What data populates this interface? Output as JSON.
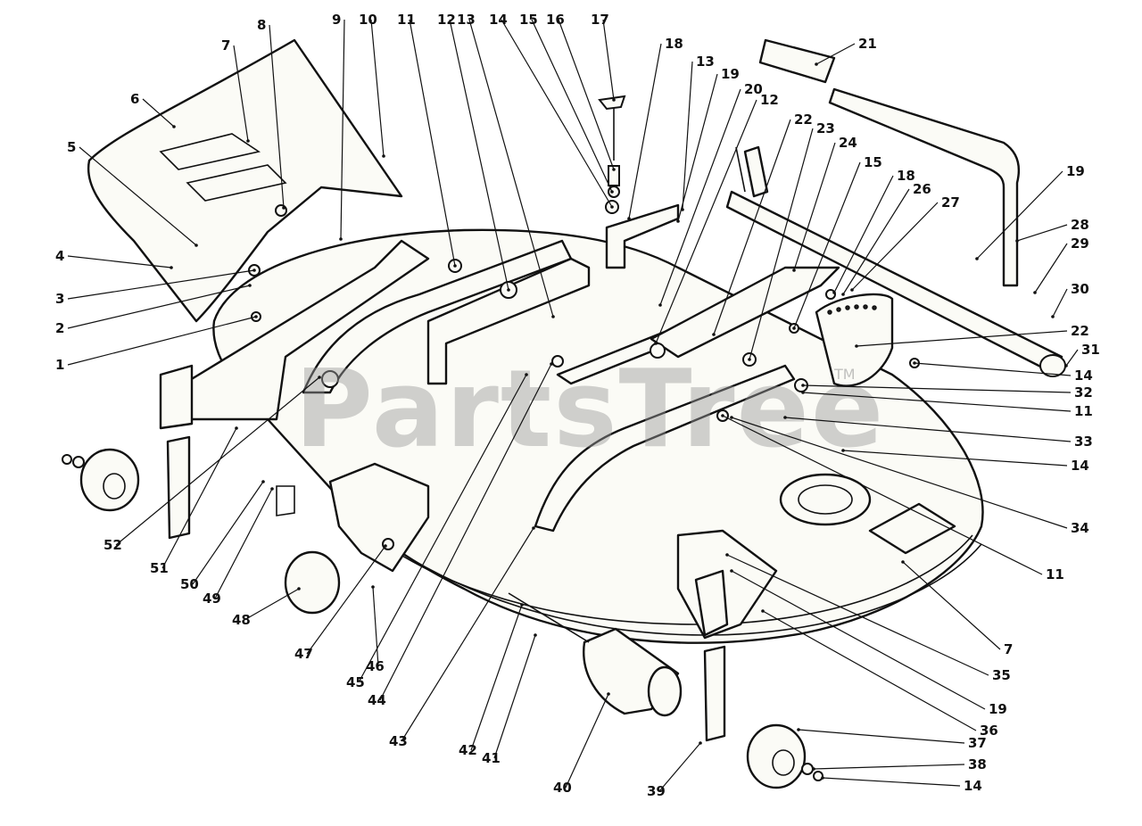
{
  "watermark": {
    "text": "PartsTree",
    "trademark": "TM"
  },
  "callouts": [
    {
      "label": "1"
    },
    {
      "label": "2"
    },
    {
      "label": "3"
    },
    {
      "label": "4"
    },
    {
      "label": "5"
    },
    {
      "label": "6"
    },
    {
      "label": "7"
    },
    {
      "label": "8"
    },
    {
      "label": "9"
    },
    {
      "label": "10"
    },
    {
      "label": "11"
    },
    {
      "label": "12"
    },
    {
      "label": "13"
    },
    {
      "label": "14"
    },
    {
      "label": "15"
    },
    {
      "label": "16"
    },
    {
      "label": "17"
    },
    {
      "label": "18"
    },
    {
      "label": "13"
    },
    {
      "label": "19"
    },
    {
      "label": "20"
    },
    {
      "label": "12"
    },
    {
      "label": "21"
    },
    {
      "label": "22"
    },
    {
      "label": "23"
    },
    {
      "label": "24"
    },
    {
      "label": "15"
    },
    {
      "label": "18"
    },
    {
      "label": "26"
    },
    {
      "label": "27"
    },
    {
      "label": "19"
    },
    {
      "label": "28"
    },
    {
      "label": "29"
    },
    {
      "label": "30"
    },
    {
      "label": "22"
    },
    {
      "label": "31"
    },
    {
      "label": "14"
    },
    {
      "label": "32"
    },
    {
      "label": "11"
    },
    {
      "label": "33"
    },
    {
      "label": "14"
    },
    {
      "label": "34"
    },
    {
      "label": "11"
    },
    {
      "label": "7"
    },
    {
      "label": "35"
    },
    {
      "label": "19"
    },
    {
      "label": "36"
    },
    {
      "label": "37"
    },
    {
      "label": "38"
    },
    {
      "label": "14"
    },
    {
      "label": "39"
    },
    {
      "label": "40"
    },
    {
      "label": "41"
    },
    {
      "label": "42"
    },
    {
      "label": "43"
    },
    {
      "label": "44"
    },
    {
      "label": "45"
    },
    {
      "label": "46"
    },
    {
      "label": "47"
    },
    {
      "label": "48"
    },
    {
      "label": "49"
    },
    {
      "label": "50"
    },
    {
      "label": "51"
    },
    {
      "label": "52"
    }
  ]
}
